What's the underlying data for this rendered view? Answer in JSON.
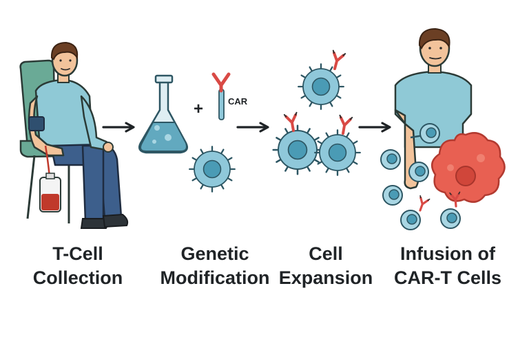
{
  "steps": [
    {
      "line1": "T-Cell",
      "line2": "Collection"
    },
    {
      "line1": "Genetic",
      "line2": "Modification"
    },
    {
      "line1": "Cell",
      "line2": "Expansion"
    },
    {
      "line1": "Infusion of",
      "line2": "CAR-T Cells"
    }
  ],
  "car_label": "CAR",
  "plus_sign": "+",
  "icons": [
    "patient-in-chair",
    "blood-bag",
    "flask",
    "car-receptor",
    "t-cell",
    "car-t-cell",
    "arrow-right",
    "tumor-cell",
    "patient-standing"
  ],
  "colors": {
    "cell_fill": "#8fc8da",
    "cell_nucleus": "#4a9bb5",
    "shirt": "#8fc9d6",
    "receptor": "#d94a45",
    "tumor": "#e86052",
    "chair": "#6aaa96",
    "text": "#1f2326"
  }
}
